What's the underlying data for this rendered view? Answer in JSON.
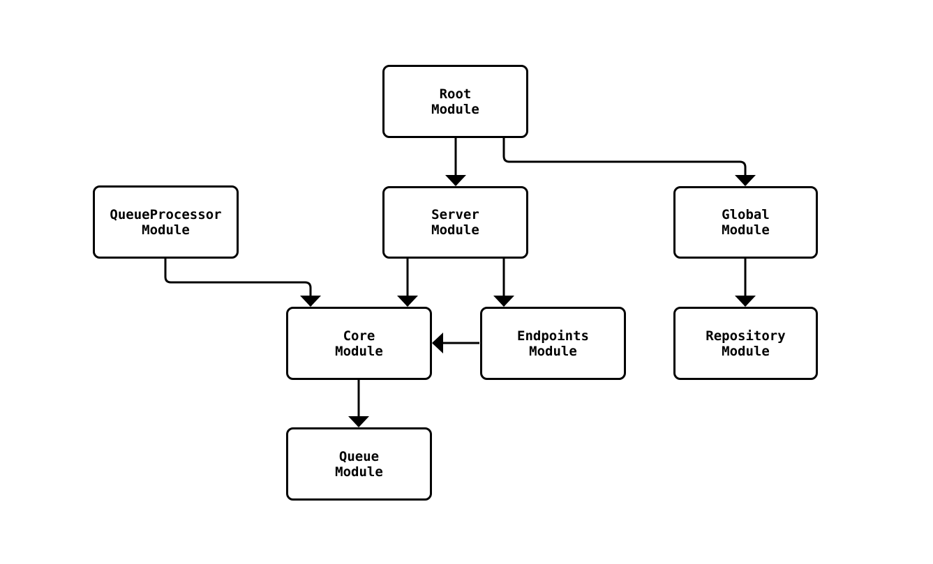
{
  "diagram": {
    "type": "flowchart",
    "background": "#ffffff",
    "stroke_color": "#000000",
    "node_fill": "#ffffff",
    "nodes": [
      {
        "id": "root",
        "line1": "Root",
        "line2": "Module"
      },
      {
        "id": "queueprocessor",
        "line1": "QueueProcessor",
        "line2": "Module"
      },
      {
        "id": "server",
        "line1": "Server",
        "line2": "Module"
      },
      {
        "id": "global",
        "line1": "Global",
        "line2": "Module"
      },
      {
        "id": "core",
        "line1": "Core",
        "line2": "Module"
      },
      {
        "id": "endpoints",
        "line1": "Endpoints",
        "line2": "Module"
      },
      {
        "id": "repository",
        "line1": "Repository",
        "line2": "Module"
      },
      {
        "id": "queue",
        "line1": "Queue",
        "line2": "Module"
      }
    ],
    "edges": [
      {
        "from": "root",
        "to": "server"
      },
      {
        "from": "root",
        "to": "global"
      },
      {
        "from": "queueprocessor",
        "to": "core"
      },
      {
        "from": "server",
        "to": "core"
      },
      {
        "from": "server",
        "to": "endpoints"
      },
      {
        "from": "endpoints",
        "to": "core"
      },
      {
        "from": "global",
        "to": "repository"
      },
      {
        "from": "core",
        "to": "queue"
      }
    ]
  }
}
